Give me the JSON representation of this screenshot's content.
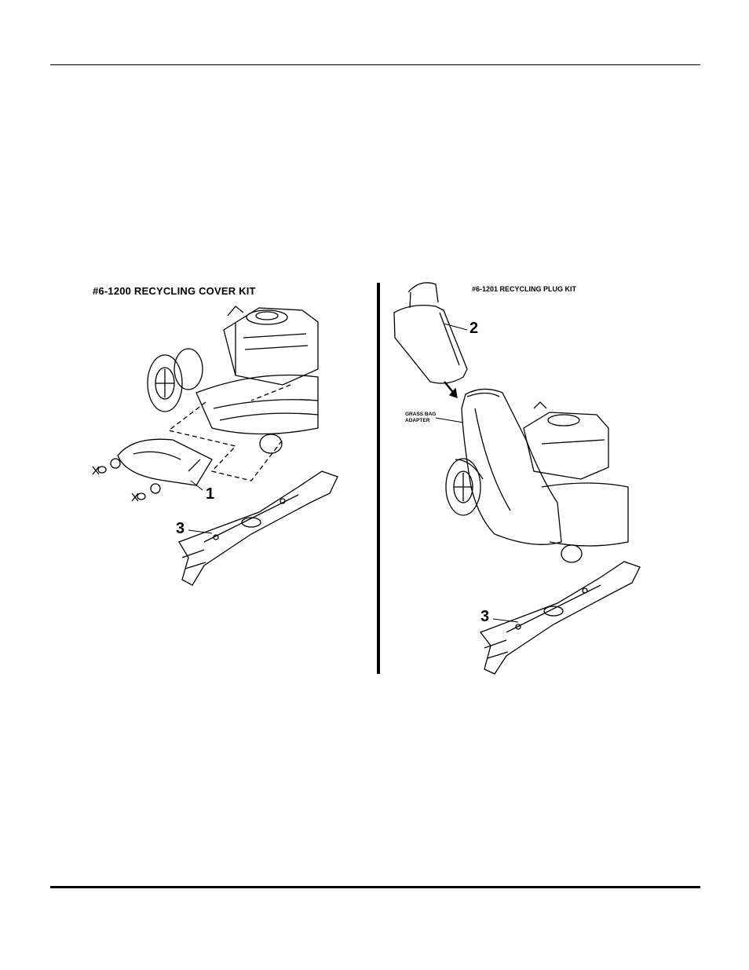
{
  "left_figure": {
    "title": "#6-1200 RECYCLING COVER KIT",
    "callout_1": "1",
    "callout_3": "3"
  },
  "right_figure": {
    "title": "#6-1201 RECYCLING PLUG KIT",
    "callout_2": "2",
    "callout_3": "3",
    "adapter_label_line1": "GRASS BAG",
    "adapter_label_line2": "ADAPTER"
  }
}
